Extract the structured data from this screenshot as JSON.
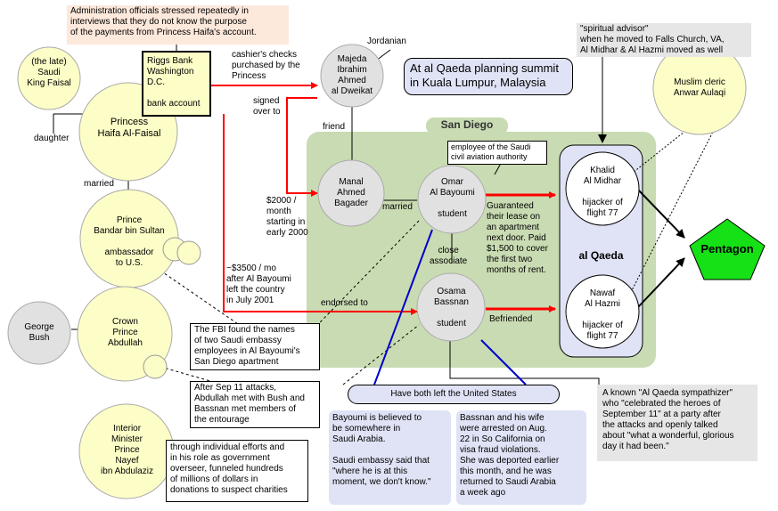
{
  "nodes": {
    "faisal": [
      "(the late)",
      "Saudi",
      "King Faisal"
    ],
    "haifa": [
      "Princess",
      "Haifa Al-Faisal"
    ],
    "bandar": [
      "Prince",
      "Bandar bin Sultan",
      "",
      "ambassador",
      "to U.S."
    ],
    "bush": [
      "George",
      "Bush"
    ],
    "abdullah": [
      "Crown",
      "Prince",
      "Abdullah"
    ],
    "nayef": [
      "Interior",
      "Minister",
      "Prince",
      "Nayef",
      "ibn Abdulaziz"
    ],
    "majeda": [
      "Majeda",
      "Ibrahim",
      "Ahmed",
      "al Dweikat"
    ],
    "manal": [
      "Manal",
      "Ahmed",
      "Bagader"
    ],
    "omar": [
      "Omar",
      "Al Bayoumi",
      "",
      "student"
    ],
    "osama": [
      "Osama",
      "Bassnan",
      "",
      "student"
    ],
    "khalid": [
      "Khalid",
      "Al Midhar",
      "",
      "hijacker of",
      "flight 77"
    ],
    "nawaf": [
      "Nawaf",
      "Al Hazmi",
      "",
      "hijacker of",
      "flight 77"
    ],
    "aulaqi": [
      "Muslim cleric",
      "Anwar Aulaqi"
    ],
    "pentagon": "Pentagon"
  },
  "riggs": [
    "Riggs Bank",
    "Washington",
    "D.C.",
    "",
    "bank account"
  ],
  "san_diego": "San Diego",
  "al_qaeda": "al Qaeda",
  "kuala_lumpur": [
    "At al Qaeda planning summit",
    "in Kuala Lumpur, Malaysia"
  ],
  "have_left": "Have both left the United States",
  "notes": {
    "admin": [
      "Administration officials stressed repeatedly in",
      "interviews that they do not know the purpose",
      "of the payments from Princess Haifa's account."
    ],
    "spiritual": [
      "\"spiritual advisor\"",
      "when he moved to Falls Church, VA,",
      "Al Midhar & Al Hazmi moved as well"
    ],
    "saudi_civil": [
      "employee of the Saudi",
      "civil aviation authority"
    ],
    "fbi": [
      "The FBI found the names",
      "of two Saudi embassy",
      "employees in Al Bayoumi's",
      "San Diego apartment"
    ],
    "sep11": [
      "After Sep 11 attacks,",
      "Abdullah met with Bush and",
      "Bassnan met members of",
      "the entourage"
    ],
    "nayef": [
      "through individual efforts and",
      "in his role as government",
      "overseer, funneled hundreds",
      "of millions of dollars in",
      "donations to suspect charities"
    ],
    "bayoumi": [
      "Bayoumi is believed to",
      "be somewhere in",
      "Saudi Arabia.",
      "",
      "Saudi embassy said that",
      "\"where he is at this",
      "moment, we don't know.\""
    ],
    "bassnan": [
      "Bassnan and his wife",
      "were arrested on Aug.",
      "22 in So California on",
      "visa fraud violations.",
      "She was deported earlier",
      "this month, and he was",
      "returned to Saudi Arabia",
      "a week ago"
    ],
    "sympathizer": [
      "A known \"Al Qaeda sympathizer\"",
      "who \"celebrated the heroes of",
      "September 11\" at a party after",
      "the attacks and openly talked",
      "about \"what a wonderful, glorious",
      "day it had been.\""
    ]
  },
  "labels": {
    "jordanian": "Jordanian",
    "cashier": [
      "cashier's checks",
      "purchased by the",
      "Princess"
    ],
    "signed": [
      "signed",
      "over to"
    ],
    "friend": "friend",
    "daughter": "daughter",
    "married1": "married",
    "married2": "married",
    "monthly2000": [
      "$2000 /",
      "month",
      "starting in",
      "early 2000"
    ],
    "monthly3500": [
      "~$3500 / mo",
      "after Al Bayoumi",
      "left the country",
      "in July 2001"
    ],
    "endorsed": "endorsed to",
    "close": [
      "close",
      "associate"
    ],
    "guaranteed": [
      "Guaranteed",
      "their lease on",
      "an apartment",
      "next door.  Paid",
      "$1,500 to cover",
      "the first two",
      "months of rent."
    ],
    "befriended": "Befriended"
  },
  "colors": {
    "node_fill": "#fdfdc7",
    "gray_node": "#e1e1e1",
    "green_area": "#c9dbb2",
    "alqaeda_fill": "#dfe3f5",
    "pentagon": "#16e016",
    "red_arrow": "#ff0000",
    "blue_line": "#0000cc",
    "peach": "#fde9dc"
  }
}
